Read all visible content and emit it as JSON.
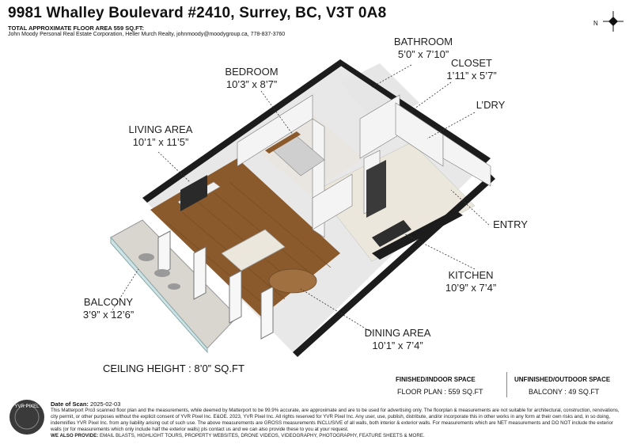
{
  "header": {
    "title": "9981 Whalley Boulevard #2410, Surrey, BC, V3T 0A8",
    "total_area": "TOTAL APPROXIMATE FLOOR AREA 559 SQ.FT:",
    "agent": "John Moody Personal Real Estate Corporation, Heller Murch Realty, johnmoody@moodygroup.ca, 778-837-3760"
  },
  "compass": {
    "label": "N",
    "icon": "compass-icon"
  },
  "rooms": {
    "bathroom": {
      "name": "BATHROOM",
      "dim": "5’0” x 7’10”"
    },
    "closet": {
      "name": "CLOSET",
      "dim": "1’11” x 5’7”"
    },
    "laundry": {
      "name": "L’DRY"
    },
    "bedroom": {
      "name": "BEDROOM",
      "dim": "10’3” x 8’7”"
    },
    "living": {
      "name": "LIVING AREA",
      "dim": "10’1” x 11’5”"
    },
    "entry": {
      "name": "ENTRY"
    },
    "kitchen": {
      "name": "KITCHEN",
      "dim": "10’9” x 7’4”"
    },
    "balcony": {
      "name": "BALCONY",
      "dim": "3’9” x 12’6”"
    },
    "dining": {
      "name": "DINING AREA",
      "dim": "10’1” x 7’4”"
    }
  },
  "ceiling": "CEILING HEIGHT : 8’0” SQ.FT",
  "stats": {
    "finished_header": "FINISHED/INDOOR SPACE",
    "finished_label": "FLOOR PLAN",
    "finished_value": ": 559 SQ.FT",
    "unfinished_header": "UNFINISHED/OUTDOOR SPACE",
    "unfinished_label": "BALCONY",
    "unfinished_value": ": 49 SQ.FT"
  },
  "footer": {
    "scan_date_label": "Date of Scan:",
    "scan_date": "2025-02-03",
    "disclaimer": "This Matterport Pro3 scanned floor plan and the measurements, while deemed by Matterport to be 99.9% accurate, are approximate and are to be used for advertising only. The floorplan & measurements are not suitable for architectural, construction, renovations, city permit, or other purposes without the explicit consent of YVR Pixel Inc. E&OE. 2023, YVR Pixel Inc. All rights reserved for YVR Pixel Inc. Any user, use, publish, distribute, and/or incorporate this in other works in any form at their own risks and, in so doing, indemnifies YVR Pixel Inc. from any liability arising out of such use. The above measurements are GROSS measurements INCLUSIVE of all walls, both interior & exterior walls. For measurements which are NET measurements and DO NOT include the exterior walls (or for measurements which only include half the exterior walls) pls contact us and we can also provide these to you at your request.",
    "services_label": "WE ALSO PROVIDE:",
    "services": "EMAIL BLASTS, HIGHLIGHT TOURS, PROPERTY WEBSITES, DRONE VIDEOS, VIDEOGRAPHY, PHOTOGRAPHY, FEATURE SHEETS & MORE.",
    "logo_text": "YVR PIXEL"
  },
  "colors": {
    "wood": "#8a5a2c",
    "wall": "#1c1c1c",
    "tile": "#ece7dc",
    "glass": "#cfe3e6"
  }
}
